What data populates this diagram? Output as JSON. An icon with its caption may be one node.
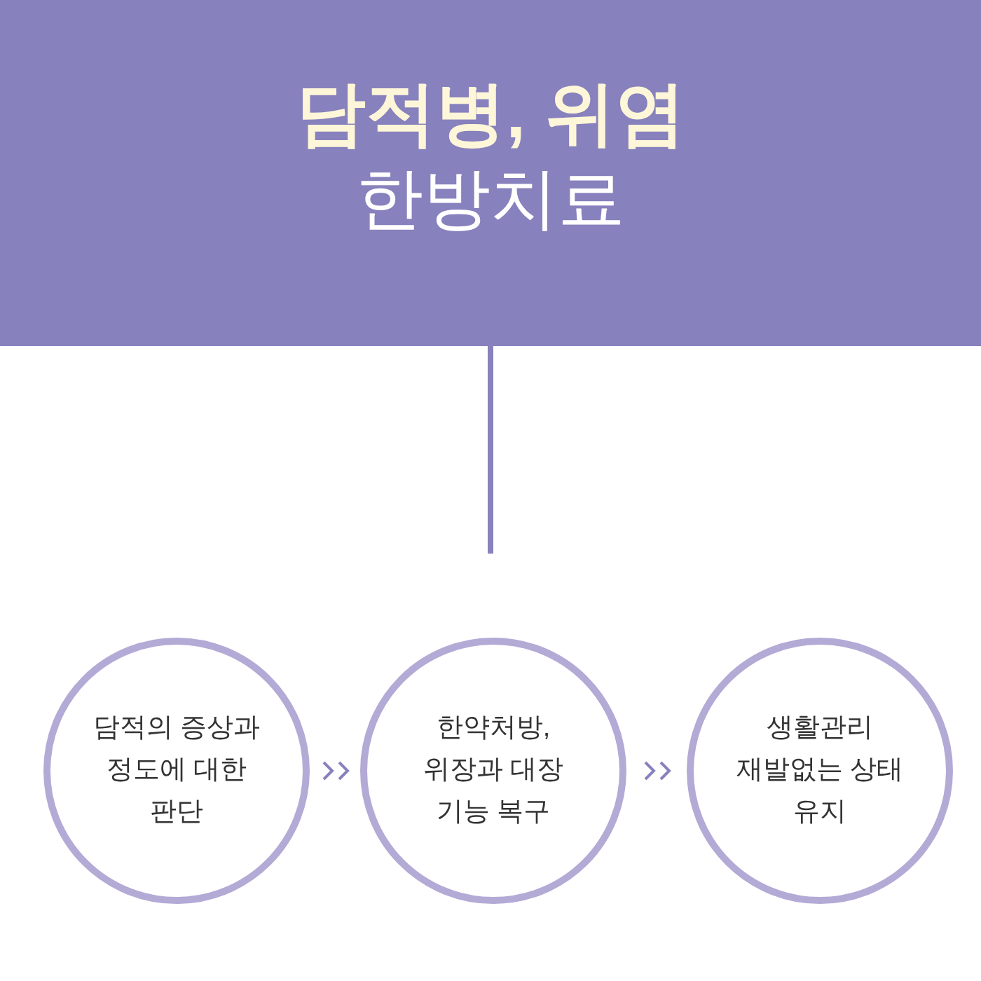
{
  "diagram": {
    "nodes": [
      {
        "text": [
          "담적병, 위염",
          "한방치료"
        ]
      },
      {
        "text": [
          "담적의 증상과 정도에 대한 판단"
        ]
      },
      {
        "text": [
          "한약처방, 위장과 대장 기능 복구"
        ]
      },
      {
        "text": [
          "생활관리 재발없는 상태 유지"
        ]
      }
    ],
    "edges": [
      {
        "from": 0,
        "to": null,
        "arrow": "none",
        "style": "thick"
      },
      {
        "from": 1,
        "to": 2,
        "arrow": "to"
      },
      {
        "from": 2,
        "to": 3,
        "arrow": "to"
      }
    ]
  }
}
